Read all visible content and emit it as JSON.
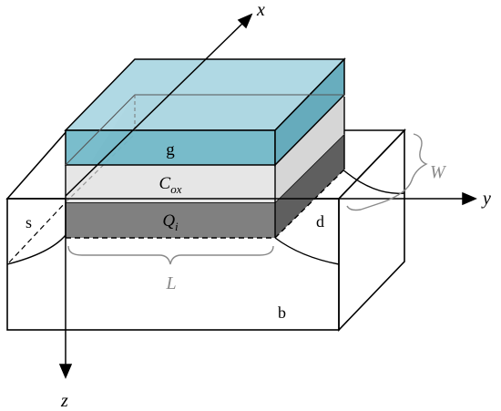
{
  "labels": {
    "gate": "g",
    "oxide_cap_main": "C",
    "oxide_cap_sub": "ox",
    "charge_main": "Q",
    "charge_sub": "i",
    "source": "s",
    "drain": "d",
    "body": "b",
    "length": "L",
    "width": "W",
    "axis_x": "x",
    "axis_y": "y",
    "axis_z": "z"
  },
  "colors": {
    "gate": "#6fb7c8",
    "gate_top": "#a9d6e2",
    "oxide": "#e6e6e6",
    "channel": "#808080",
    "channel_side": "#5f5f5f",
    "outline": "#000000",
    "dimension": "#8a8a8a"
  }
}
